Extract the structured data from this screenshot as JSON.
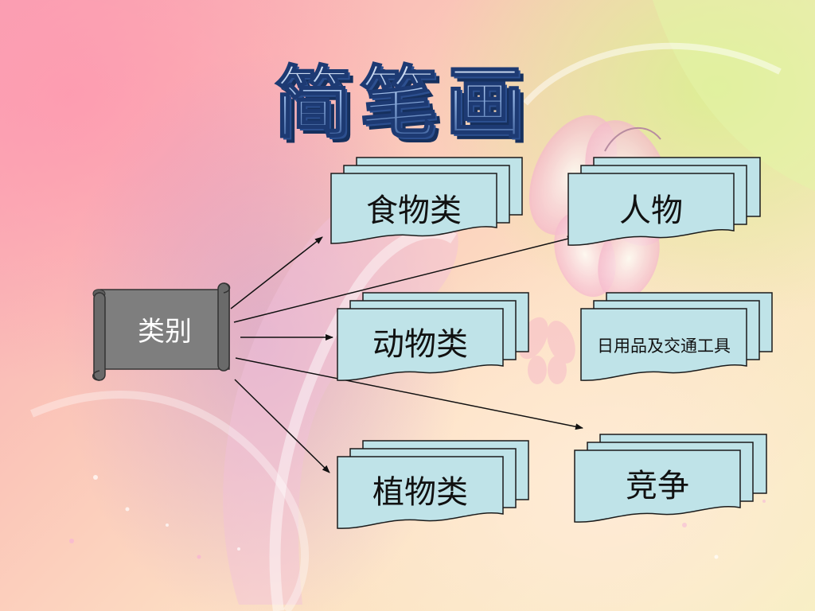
{
  "title": "简笔画",
  "root": {
    "label": "类别"
  },
  "nodes": [
    {
      "id": "food",
      "label": "食物类"
    },
    {
      "id": "people",
      "label": "人物"
    },
    {
      "id": "animals",
      "label": "动物类"
    },
    {
      "id": "daily",
      "label": "日用品及交通工具"
    },
    {
      "id": "plants",
      "label": "植物类"
    },
    {
      "id": "contest",
      "label": "竞争"
    }
  ],
  "colors": {
    "card_fill": "#bfe3e8",
    "card_stroke": "#1b1b1b",
    "scroll_fill": "#7e7e7e",
    "scroll_text": "#ffffff",
    "title_fill": "#2c4f8f",
    "title_highlight": "#e8eef8",
    "title_shadow": "#16305e",
    "arrow": "#111111"
  }
}
